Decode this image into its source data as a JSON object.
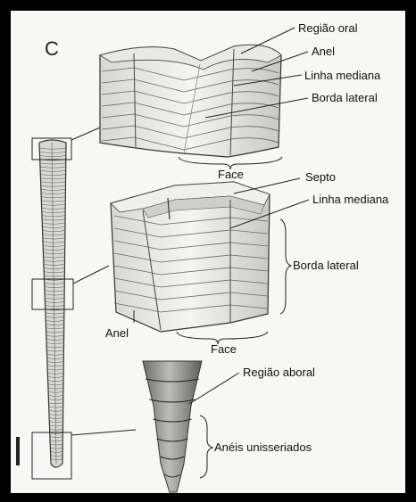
{
  "figure": {
    "panel_letter": "C",
    "labels": {
      "regiao_oral": "Região oral",
      "anel_top": "Anel",
      "linha_mediana_top": "Linha mediana",
      "borda_lateral_top": "Borda lateral",
      "face_top": "Face",
      "septo": "Septo",
      "linha_mediana_mid": "Linha mediana",
      "borda_lateral_mid": "Borda lateral",
      "anel_mid": "Anel",
      "face_mid": "Face",
      "regiao_aboral": "Região aboral",
      "aneis_unisseriados": "Anéis unisseriados"
    }
  },
  "colors": {
    "background": "#000000",
    "plate": "#f7f7f5",
    "ink": "#222222",
    "shade": "#bdbdb8",
    "dark_shade": "#7a7a76"
  }
}
